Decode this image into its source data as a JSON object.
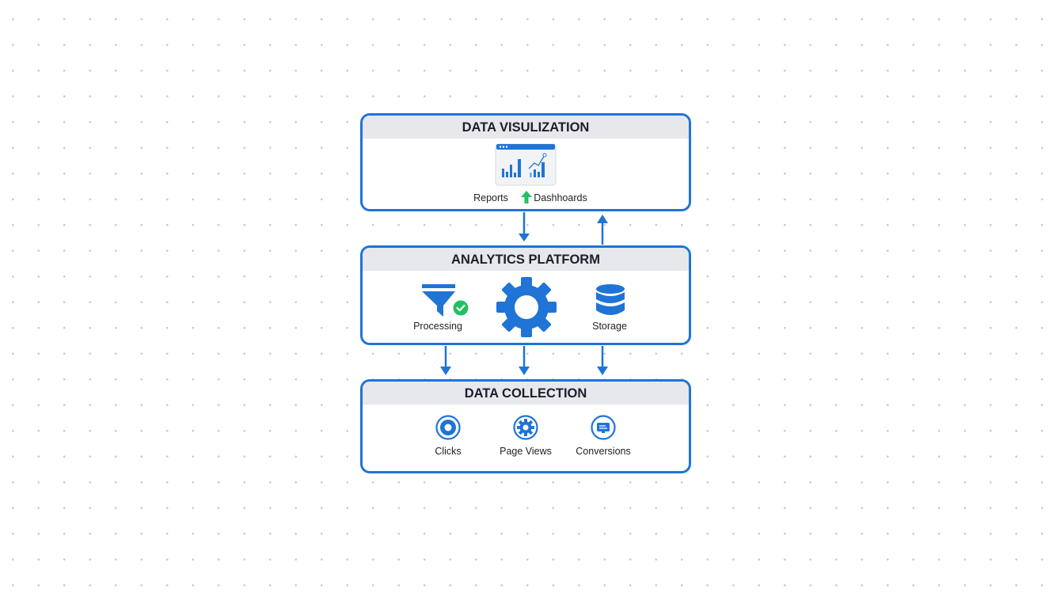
{
  "layers": {
    "visualization": {
      "title": "DATA VISULIZATION",
      "labels": [
        "Reports",
        "Dashhoards"
      ],
      "icons": [
        "dashboard-chart-icon",
        "up-arrow-icon"
      ]
    },
    "platform": {
      "title": "ANALYTICS PLATFORM",
      "labels": [
        "Processing",
        "Storage"
      ],
      "icons": [
        "funnel-icon",
        "check-circle-icon",
        "gear-icon",
        "database-icon"
      ]
    },
    "collection": {
      "title": "DATA COLLECTION",
      "labels": [
        "Clicks",
        "Page Views",
        "Conversions"
      ],
      "icons": [
        "target-icon",
        "gear-circle-icon",
        "screen-circle-icon"
      ]
    }
  },
  "colors": {
    "accent": "#1f74d6",
    "success": "#22c063",
    "header_bg": "#e6e8eb"
  }
}
